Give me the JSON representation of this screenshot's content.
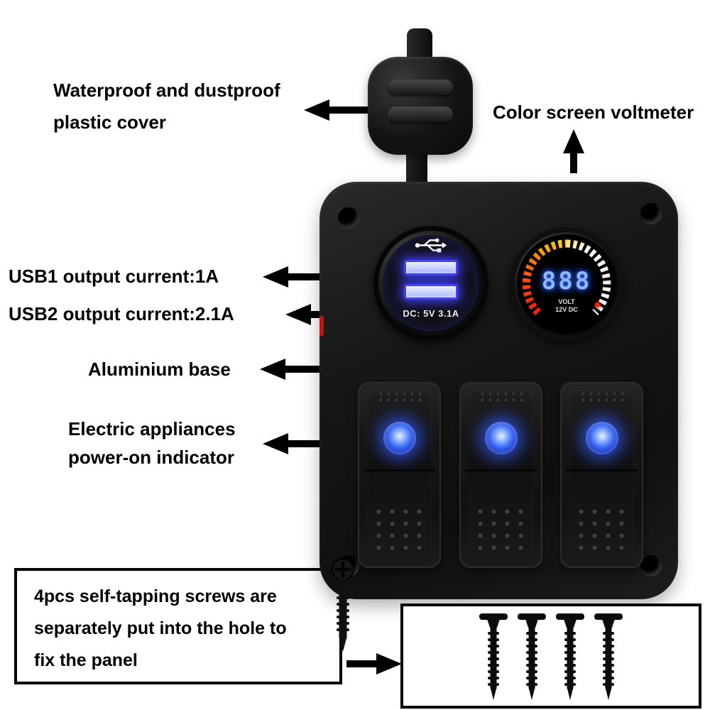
{
  "colors": {
    "background": "#ffffff",
    "panel_black": "#161616",
    "annotation_text": "#000000",
    "arrow_black": "#000000",
    "usb_port_glow": "#4040ff",
    "led_blue": "#3f6ef5",
    "voltmeter_digits_blue": "#8cb8ff",
    "arc_red": "#ff1c00",
    "arc_orange": "#ff6a00",
    "arc_yellow": "#ffd900",
    "arc_white": "#ffffff",
    "indicator_dot_red": "#ff2200"
  },
  "annotations": {
    "cover": {
      "line1": "Waterproof and dustproof",
      "line2": "plastic cover"
    },
    "voltmeter_label": "Color screen voltmeter",
    "usb1_label": "USB1 output current:1A",
    "usb2_label": "USB2 output current:2.1A",
    "base_label": "Aluminium base",
    "indicator": {
      "line1": "Electric appliances",
      "line2": "power-on indicator"
    },
    "note_box": {
      "line1": "4pcs self-tapping screws are",
      "line2": "separately put into the hole to",
      "line3": "fix the panel"
    }
  },
  "panel": {
    "usb_socket": {
      "print": "DC: 5V 3.1A"
    },
    "voltmeter": {
      "display": "888",
      "unit_top": "VOLT",
      "unit_bottom": "12V DC"
    },
    "rocker_switch_count": 3,
    "mounting_screw_count": 4
  },
  "icons": {
    "usb_icon": "usb-trident",
    "screw_icon": "phillips-self-tapping-screw"
  }
}
